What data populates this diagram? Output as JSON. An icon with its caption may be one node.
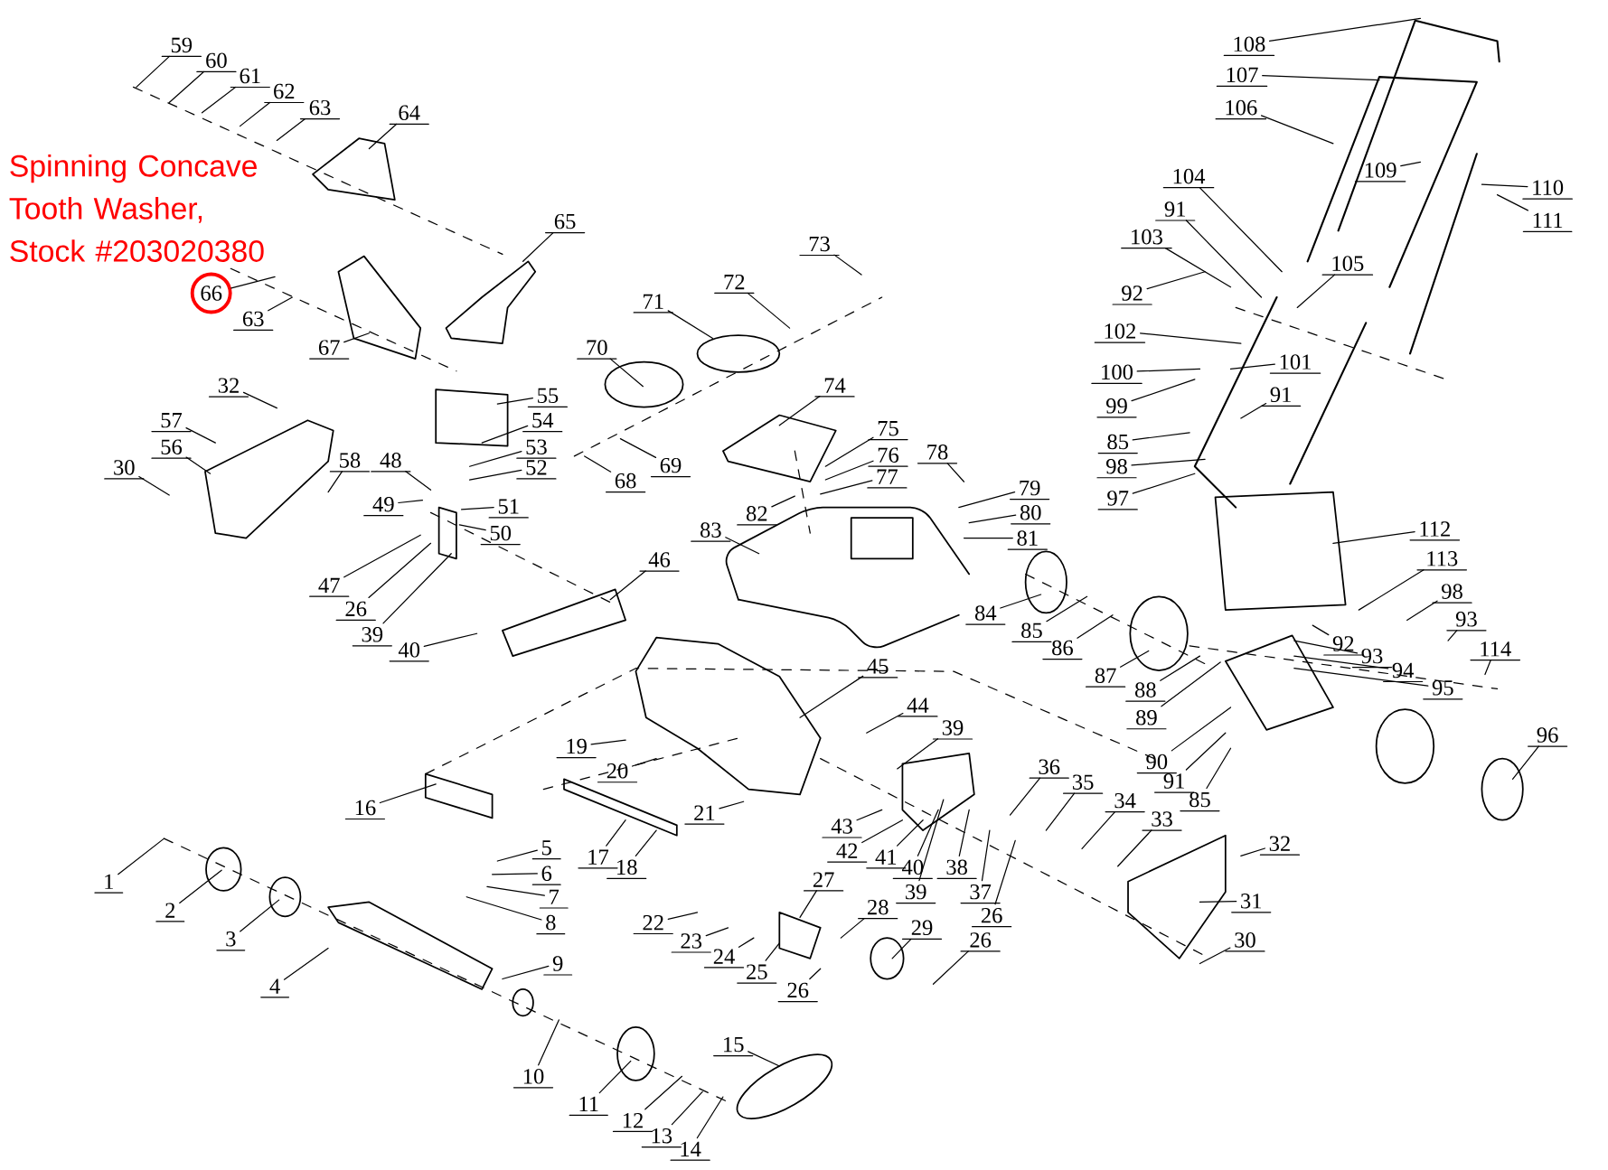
{
  "diagram": {
    "nodes": [
      {
        "text": [
          "59"
        ]
      },
      {
        "text": [
          "60"
        ]
      },
      {
        "text": [
          "61"
        ]
      },
      {
        "text": [
          "62"
        ]
      },
      {
        "text": [
          "63"
        ]
      },
      {
        "text": [
          "64"
        ]
      },
      {
        "text": [
          "65"
        ]
      },
      {
        "text": [
          "66"
        ]
      },
      {
        "text": [
          "63"
        ]
      },
      {
        "text": [
          "67"
        ]
      },
      {
        "text": [
          "32"
        ]
      },
      {
        "text": [
          "57"
        ]
      },
      {
        "text": [
          "56"
        ]
      },
      {
        "text": [
          "30"
        ]
      },
      {
        "text": [
          "58"
        ]
      },
      {
        "text": [
          "55"
        ]
      },
      {
        "text": [
          "54"
        ]
      },
      {
        "text": [
          "53"
        ]
      },
      {
        "text": [
          "52"
        ]
      },
      {
        "text": [
          "48"
        ]
      },
      {
        "text": [
          "49"
        ]
      },
      {
        "text": [
          "51"
        ]
      },
      {
        "text": [
          "50"
        ]
      },
      {
        "text": [
          "47"
        ]
      },
      {
        "text": [
          "26"
        ]
      },
      {
        "text": [
          "39"
        ]
      },
      {
        "text": [
          "40"
        ]
      },
      {
        "text": [
          "46"
        ]
      },
      {
        "text": [
          "70"
        ]
      },
      {
        "text": [
          "71"
        ]
      },
      {
        "text": [
          "72"
        ]
      },
      {
        "text": [
          "73"
        ]
      },
      {
        "text": [
          "74"
        ]
      },
      {
        "text": [
          "69"
        ]
      },
      {
        "text": [
          "68"
        ]
      },
      {
        "text": [
          "75"
        ]
      },
      {
        "text": [
          "76"
        ]
      },
      {
        "text": [
          "77"
        ]
      },
      {
        "text": [
          "78"
        ]
      },
      {
        "text": [
          "79"
        ]
      },
      {
        "text": [
          "80"
        ]
      },
      {
        "text": [
          "81"
        ]
      },
      {
        "text": [
          "82"
        ]
      },
      {
        "text": [
          "83"
        ]
      },
      {
        "text": [
          "84"
        ]
      },
      {
        "text": [
          "85"
        ]
      },
      {
        "text": [
          "86"
        ]
      },
      {
        "text": [
          "87"
        ]
      },
      {
        "text": [
          "88"
        ]
      },
      {
        "text": [
          "89"
        ]
      },
      {
        "text": [
          "90"
        ]
      },
      {
        "text": [
          "91"
        ]
      },
      {
        "text": [
          "85"
        ]
      },
      {
        "text": [
          "96"
        ]
      },
      {
        "text": [
          "92"
        ]
      },
      {
        "text": [
          "93"
        ]
      },
      {
        "text": [
          "94"
        ]
      },
      {
        "text": [
          "95"
        ]
      },
      {
        "text": [
          "114"
        ]
      },
      {
        "text": [
          "93"
        ]
      },
      {
        "text": [
          "98"
        ]
      },
      {
        "text": [
          "113"
        ]
      },
      {
        "text": [
          "112"
        ]
      },
      {
        "text": [
          "108"
        ]
      },
      {
        "text": [
          "107"
        ]
      },
      {
        "text": [
          "106"
        ]
      },
      {
        "text": [
          "109"
        ]
      },
      {
        "text": [
          "110"
        ]
      },
      {
        "text": [
          "111"
        ]
      },
      {
        "text": [
          "104"
        ]
      },
      {
        "text": [
          "91"
        ]
      },
      {
        "text": [
          "103"
        ]
      },
      {
        "text": [
          "92"
        ]
      },
      {
        "text": [
          "105"
        ]
      },
      {
        "text": [
          "102"
        ]
      },
      {
        "text": [
          "100"
        ]
      },
      {
        "text": [
          "101"
        ]
      },
      {
        "text": [
          "99"
        ]
      },
      {
        "text": [
          "91"
        ]
      },
      {
        "text": [
          "85"
        ]
      },
      {
        "text": [
          "98"
        ]
      },
      {
        "text": [
          "97"
        ]
      },
      {
        "text": [
          "45"
        ]
      },
      {
        "text": [
          "44"
        ]
      },
      {
        "text": [
          "39"
        ]
      },
      {
        "text": [
          "36"
        ]
      },
      {
        "text": [
          "35"
        ]
      },
      {
        "text": [
          "34"
        ]
      },
      {
        "text": [
          "33"
        ]
      },
      {
        "text": [
          "32"
        ]
      },
      {
        "text": [
          "31"
        ]
      },
      {
        "text": [
          "30"
        ]
      },
      {
        "text": [
          "43"
        ]
      },
      {
        "text": [
          "42"
        ]
      },
      {
        "text": [
          "41"
        ]
      },
      {
        "text": [
          "40"
        ]
      },
      {
        "text": [
          "39"
        ]
      },
      {
        "text": [
          "38"
        ]
      },
      {
        "text": [
          "37"
        ]
      },
      {
        "text": [
          "26"
        ]
      },
      {
        "text": [
          "26"
        ]
      },
      {
        "text": [
          "16"
        ]
      },
      {
        "text": [
          "19"
        ]
      },
      {
        "text": [
          "20"
        ]
      },
      {
        "text": [
          "21"
        ]
      },
      {
        "text": [
          "17"
        ]
      },
      {
        "text": [
          "18"
        ]
      },
      {
        "text": [
          "27"
        ]
      },
      {
        "text": [
          "28"
        ]
      },
      {
        "text": [
          "29"
        ]
      },
      {
        "text": [
          "22"
        ]
      },
      {
        "text": [
          "23"
        ]
      },
      {
        "text": [
          "24"
        ]
      },
      {
        "text": [
          "25"
        ]
      },
      {
        "text": [
          "26"
        ]
      },
      {
        "text": [
          "5"
        ]
      },
      {
        "text": [
          "6"
        ]
      },
      {
        "text": [
          "7"
        ]
      },
      {
        "text": [
          "8"
        ]
      },
      {
        "text": [
          "9"
        ]
      },
      {
        "text": [
          "1"
        ]
      },
      {
        "text": [
          "2"
        ]
      },
      {
        "text": [
          "3"
        ]
      },
      {
        "text": [
          "4"
        ]
      },
      {
        "text": [
          "10"
        ]
      },
      {
        "text": [
          "11"
        ]
      },
      {
        "text": [
          "12"
        ]
      },
      {
        "text": [
          "13"
        ]
      },
      {
        "text": [
          "14"
        ]
      },
      {
        "text": [
          "15"
        ]
      }
    ],
    "edges": [
      {
        "from": 0,
        "to": null,
        "arrow": "none"
      },
      {
        "from": 1,
        "to": null,
        "arrow": "none"
      },
      {
        "from": 2,
        "to": null,
        "arrow": "none"
      },
      {
        "from": 3,
        "to": null,
        "arrow": "none"
      },
      {
        "from": 4,
        "to": null,
        "arrow": "none"
      },
      {
        "from": 5,
        "to": null,
        "arrow": "none"
      },
      {
        "from": 6,
        "to": null,
        "arrow": "none"
      },
      {
        "from": 7,
        "to": null,
        "arrow": "none"
      },
      {
        "from": 8,
        "to": null,
        "arrow": "none"
      },
      {
        "from": 9,
        "to": null,
        "arrow": "none"
      },
      {
        "from": 10,
        "to": null,
        "arrow": "none"
      },
      {
        "from": 11,
        "to": null,
        "arrow": "none"
      },
      {
        "from": 12,
        "to": null,
        "arrow": "none"
      },
      {
        "from": 13,
        "to": null,
        "arrow": "none"
      },
      {
        "from": 14,
        "to": null,
        "arrow": "none"
      },
      {
        "from": 15,
        "to": null,
        "arrow": "none"
      },
      {
        "from": 16,
        "to": null,
        "arrow": "none"
      },
      {
        "from": 17,
        "to": null,
        "arrow": "none"
      },
      {
        "from": 18,
        "to": null,
        "arrow": "none"
      },
      {
        "from": 19,
        "to": null,
        "arrow": "none"
      },
      {
        "from": 20,
        "to": null,
        "arrow": "none"
      },
      {
        "from": 21,
        "to": null,
        "arrow": "none"
      },
      {
        "from": 22,
        "to": null,
        "arrow": "none"
      },
      {
        "from": 23,
        "to": null,
        "arrow": "none"
      },
      {
        "from": 24,
        "to": null,
        "arrow": "none"
      },
      {
        "from": 25,
        "to": null,
        "arrow": "none"
      },
      {
        "from": 26,
        "to": null,
        "arrow": "none"
      },
      {
        "from": 27,
        "to": null,
        "arrow": "none"
      },
      {
        "from": 28,
        "to": null,
        "arrow": "none"
      },
      {
        "from": 29,
        "to": null,
        "arrow": "none"
      },
      {
        "from": 30,
        "to": null,
        "arrow": "none"
      },
      {
        "from": 31,
        "to": null,
        "arrow": "none"
      },
      {
        "from": 32,
        "to": null,
        "arrow": "none"
      },
      {
        "from": 33,
        "to": null,
        "arrow": "none"
      },
      {
        "from": 34,
        "to": null,
        "arrow": "none"
      },
      {
        "from": 35,
        "to": null,
        "arrow": "none"
      },
      {
        "from": 36,
        "to": null,
        "arrow": "none"
      },
      {
        "from": 37,
        "to": null,
        "arrow": "none"
      },
      {
        "from": 38,
        "to": null,
        "arrow": "none"
      },
      {
        "from": 39,
        "to": null,
        "arrow": "none"
      },
      {
        "from": 40,
        "to": null,
        "arrow": "none"
      },
      {
        "from": 41,
        "to": null,
        "arrow": "none"
      },
      {
        "from": 42,
        "to": null,
        "arrow": "none"
      },
      {
        "from": 43,
        "to": null,
        "arrow": "none"
      },
      {
        "from": 44,
        "to": null,
        "arrow": "none"
      },
      {
        "from": 45,
        "to": null,
        "arrow": "none"
      },
      {
        "from": 46,
        "to": null,
        "arrow": "none"
      },
      {
        "from": 47,
        "to": null,
        "arrow": "none"
      },
      {
        "from": 48,
        "to": null,
        "arrow": "none"
      },
      {
        "from": 49,
        "to": null,
        "arrow": "none"
      },
      {
        "from": 50,
        "to": null,
        "arrow": "none"
      },
      {
        "from": 51,
        "to": null,
        "arrow": "none"
      },
      {
        "from": 52,
        "to": null,
        "arrow": "none"
      },
      {
        "from": 53,
        "to": null,
        "arrow": "none"
      },
      {
        "from": 54,
        "to": null,
        "arrow": "none"
      },
      {
        "from": 55,
        "to": null,
        "arrow": "none"
      },
      {
        "from": 56,
        "to": null,
        "arrow": "none"
      },
      {
        "from": 57,
        "to": null,
        "arrow": "none"
      },
      {
        "from": 58,
        "to": null,
        "arrow": "none"
      },
      {
        "from": 59,
        "to": null,
        "arrow": "none"
      },
      {
        "from": 60,
        "to": null,
        "arrow": "none"
      },
      {
        "from": 61,
        "to": null,
        "arrow": "none"
      },
      {
        "from": 62,
        "to": null,
        "arrow": "none"
      },
      {
        "from": 63,
        "to": null,
        "arrow": "none"
      },
      {
        "from": 64,
        "to": null,
        "arrow": "none"
      },
      {
        "from": 65,
        "to": null,
        "arrow": "none"
      },
      {
        "from": 66,
        "to": null,
        "arrow": "none"
      },
      {
        "from": 67,
        "to": null,
        "arrow": "none"
      },
      {
        "from": 68,
        "to": null,
        "arrow": "none"
      },
      {
        "from": 69,
        "to": null,
        "arrow": "none"
      },
      {
        "from": 70,
        "to": null,
        "arrow": "none"
      },
      {
        "from": 71,
        "to": null,
        "arrow": "none"
      },
      {
        "from": 72,
        "to": null,
        "arrow": "none"
      },
      {
        "from": 73,
        "to": null,
        "arrow": "none"
      },
      {
        "from": 74,
        "to": null,
        "arrow": "none"
      },
      {
        "from": 75,
        "to": null,
        "arrow": "none"
      },
      {
        "from": 76,
        "to": null,
        "arrow": "none"
      },
      {
        "from": 77,
        "to": null,
        "arrow": "none"
      },
      {
        "from": 78,
        "to": null,
        "arrow": "none"
      },
      {
        "from": 79,
        "to": null,
        "arrow": "none"
      },
      {
        "from": 80,
        "to": null,
        "arrow": "none"
      },
      {
        "from": 81,
        "to": null,
        "arrow": "none"
      },
      {
        "from": 82,
        "to": null,
        "arrow": "none"
      },
      {
        "from": 83,
        "to": null,
        "arrow": "none"
      },
      {
        "from": 84,
        "to": null,
        "arrow": "none"
      },
      {
        "from": 85,
        "to": null,
        "arrow": "none"
      },
      {
        "from": 86,
        "to": null,
        "arrow": "none"
      },
      {
        "from": 87,
        "to": null,
        "arrow": "none"
      },
      {
        "from": 88,
        "to": null,
        "arrow": "none"
      },
      {
        "from": 89,
        "to": null,
        "arrow": "none"
      },
      {
        "from": 90,
        "to": null,
        "arrow": "none"
      },
      {
        "from": 91,
        "to": null,
        "arrow": "none"
      },
      {
        "from": 92,
        "to": null,
        "arrow": "none"
      },
      {
        "from": 93,
        "to": null,
        "arrow": "none"
      },
      {
        "from": 94,
        "to": null,
        "arrow": "none"
      },
      {
        "from": 95,
        "to": null,
        "arrow": "none"
      },
      {
        "from": 96,
        "to": null,
        "arrow": "none"
      },
      {
        "from": 97,
        "to": null,
        "arrow": "none"
      },
      {
        "from": 98,
        "to": null,
        "arrow": "none"
      },
      {
        "from": 99,
        "to": null,
        "arrow": "none"
      },
      {
        "from": 100,
        "to": null,
        "arrow": "none"
      },
      {
        "from": 101,
        "to": null,
        "arrow": "none"
      },
      {
        "from": 102,
        "to": null,
        "arrow": "none"
      },
      {
        "from": 103,
        "to": null,
        "arrow": "none"
      },
      {
        "from": 104,
        "to": null,
        "arrow": "none"
      },
      {
        "from": 105,
        "to": null,
        "arrow": "none"
      },
      {
        "from": 106,
        "to": null,
        "arrow": "none"
      },
      {
        "from": 107,
        "to": null,
        "arrow": "none"
      },
      {
        "from": 108,
        "to": null,
        "arrow": "none"
      },
      {
        "from": 109,
        "to": null,
        "arrow": "none"
      },
      {
        "from": 110,
        "to": null,
        "arrow": "none"
      },
      {
        "from": 111,
        "to": null,
        "arrow": "none"
      },
      {
        "from": 112,
        "to": null,
        "arrow": "none"
      },
      {
        "from": 113,
        "to": null,
        "arrow": "none"
      },
      {
        "from": 114,
        "to": null,
        "arrow": "none"
      },
      {
        "from": 115,
        "to": null,
        "arrow": "none"
      },
      {
        "from": 116,
        "to": null,
        "arrow": "none"
      },
      {
        "from": 117,
        "to": null,
        "arrow": "none"
      },
      {
        "from": 118,
        "to": null,
        "arrow": "none"
      },
      {
        "from": 119,
        "to": null,
        "arrow": "none"
      },
      {
        "from": 120,
        "to": null,
        "arrow": "none"
      },
      {
        "from": 121,
        "to": null,
        "arrow": "none"
      },
      {
        "from": 122,
        "to": null,
        "arrow": "none"
      },
      {
        "from": 123,
        "to": null,
        "arrow": "none"
      },
      {
        "from": 124,
        "to": null,
        "arrow": "none"
      },
      {
        "from": 125,
        "to": null,
        "arrow": "none"
      },
      {
        "from": 126,
        "to": null,
        "arrow": "none"
      },
      {
        "from": 127,
        "to": null,
        "arrow": "none"
      },
      {
        "from": 128,
        "to": null,
        "arrow": "none"
      },
      {
        "from": 129,
        "to": null,
        "arrow": "none"
      }
    ],
    "labels": [
      "Spinning Concave Tooth Washer, Stock #203020380"
    ]
  }
}
